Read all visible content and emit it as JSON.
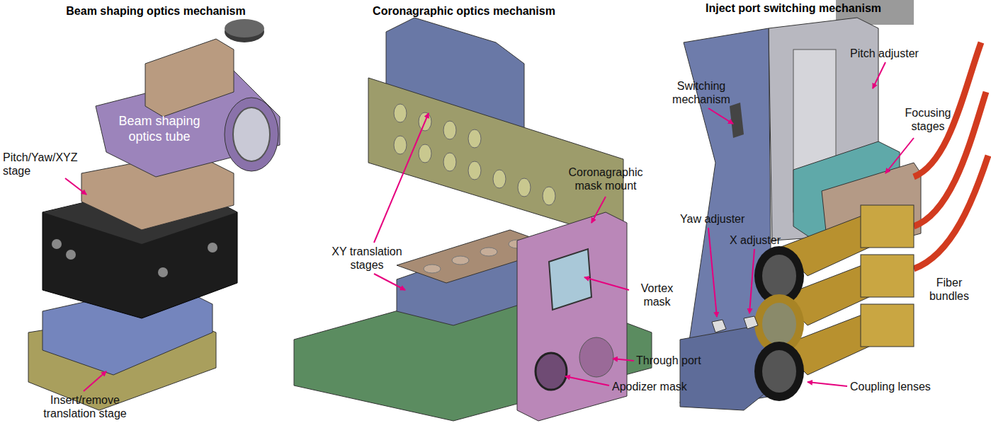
{
  "diagram": {
    "labels": [
      "Beam shaping optics mechanism",
      "Coronagraphic optics mechanism",
      "Inject port switching mechanism",
      "Beam shaping optics tube",
      "Pitch/Yaw/XYZ stage",
      "Insert/remove translation stage",
      "XY translation stages",
      "Coronagraphic mask mount",
      "Vortex mask",
      "Through port",
      "Apodizer mask",
      "Switching mechanism",
      "Pitch adjuster",
      "Focusing stages",
      "Yaw adjuster",
      "X adjuster",
      "Fiber bundles",
      "Coupling lenses"
    ]
  }
}
